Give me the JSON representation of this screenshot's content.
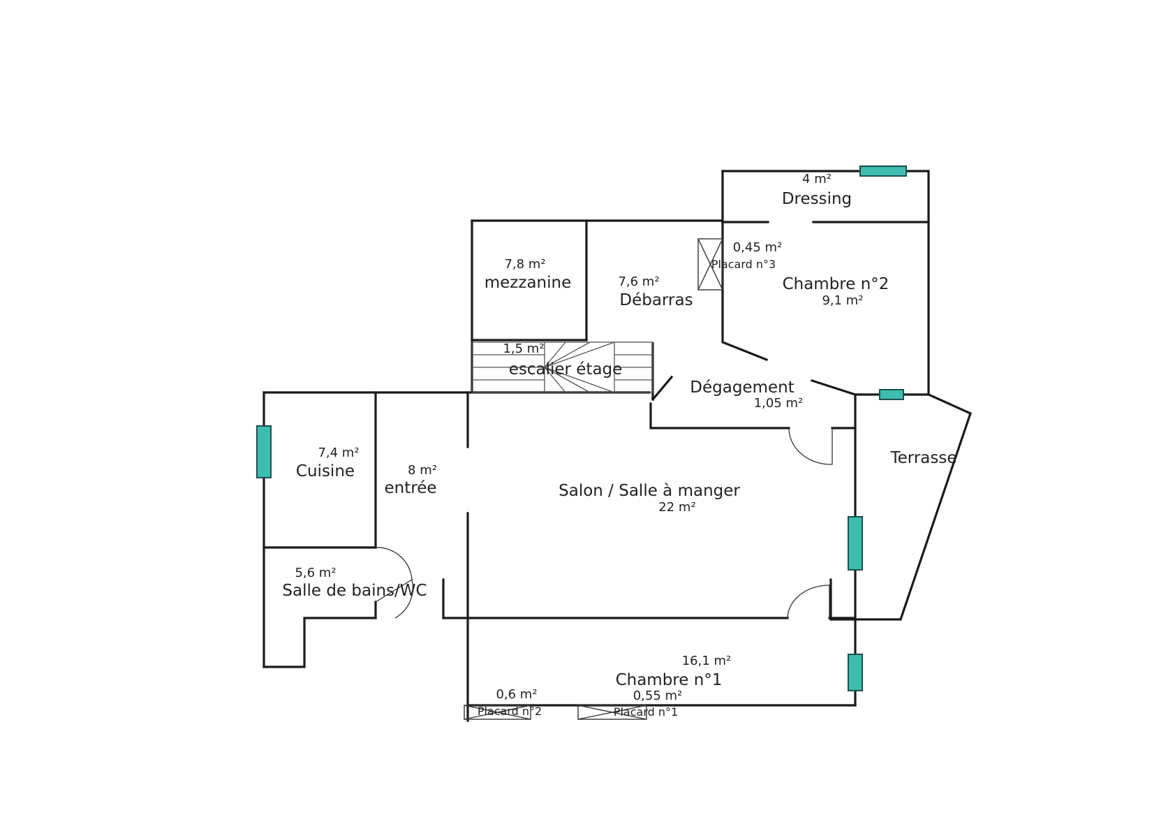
{
  "colors": {
    "wall": "#1a1a1a",
    "window": "#3dbdb0",
    "window_border": "#1d4f4c",
    "background": "#ffffff"
  },
  "rooms": {
    "dressing": {
      "name": "Dressing",
      "area": "4 m²"
    },
    "mezzanine": {
      "name": "mezzanine",
      "area": "7,8 m²"
    },
    "debarras": {
      "name": "Débarras",
      "area": "7,6 m²"
    },
    "placard3": {
      "name": "Placard n°3",
      "area": "0,45 m²"
    },
    "chambre2": {
      "name": "Chambre n°2",
      "area": "9,1 m²"
    },
    "escalier": {
      "name": "escalier étage",
      "area": "1,5 m²"
    },
    "degagement": {
      "name": "Dégagement",
      "area": "1,05 m²"
    },
    "cuisine": {
      "name": "Cuisine",
      "area": "7,4 m²"
    },
    "entree": {
      "name": "entrée",
      "area": "8 m²"
    },
    "salon": {
      "name": "Salon / Salle à manger",
      "area": "22 m²"
    },
    "terrasse": {
      "name": "Terrasse"
    },
    "sdb": {
      "name": "Salle de bains/WC",
      "area": "5,6 m²"
    },
    "chambre1": {
      "name": "Chambre n°1",
      "area": "16,1 m²"
    },
    "placard2": {
      "name": "Placard n°2",
      "area": "0,6 m²"
    },
    "placard1": {
      "name": "Placard n°1",
      "area": "0,55 m²"
    }
  }
}
